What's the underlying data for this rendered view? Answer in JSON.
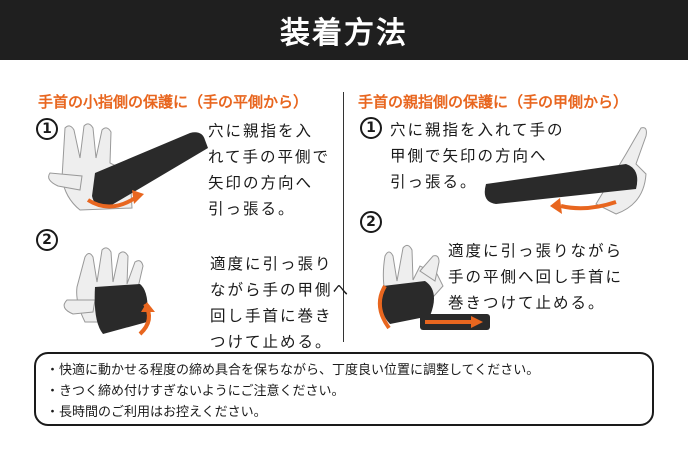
{
  "header": {
    "title": "装着方法"
  },
  "left": {
    "title": "手首の小指側の保護に（手の平側から）",
    "steps": [
      {
        "num": "1",
        "lines": [
          "穴に親指を入",
          "れて手の平側で",
          "矢印の方向へ",
          "引っ張る。"
        ]
      },
      {
        "num": "2",
        "lines": [
          "適度に引っ張り",
          "ながら手の甲側へ",
          "回し手首に巻き",
          "つけて止める。"
        ]
      }
    ]
  },
  "right": {
    "title": "手首の親指側の保護に（手の甲側から）",
    "steps": [
      {
        "num": "1",
        "lines": [
          "穴に親指を入れて手の",
          "甲側で矢印の方向へ",
          "引っ張る。"
        ]
      },
      {
        "num": "2",
        "lines": [
          "適度に引っ張りながら",
          "手の平側へ回し手首に",
          "巻きつけて止める。"
        ]
      }
    ]
  },
  "notes": [
    "・快適に動かせる程度の締め具合を保ちながら、丁度良い位置に調整してください。",
    "・きつく締め付けすぎないようにご注意ください。",
    "・長時間のご利用はお控えください。"
  ],
  "colors": {
    "accent": "#e8661f",
    "header_bg": "#1f1f1f",
    "hand": "#eeeeee",
    "strap": "#2a2a2a"
  }
}
